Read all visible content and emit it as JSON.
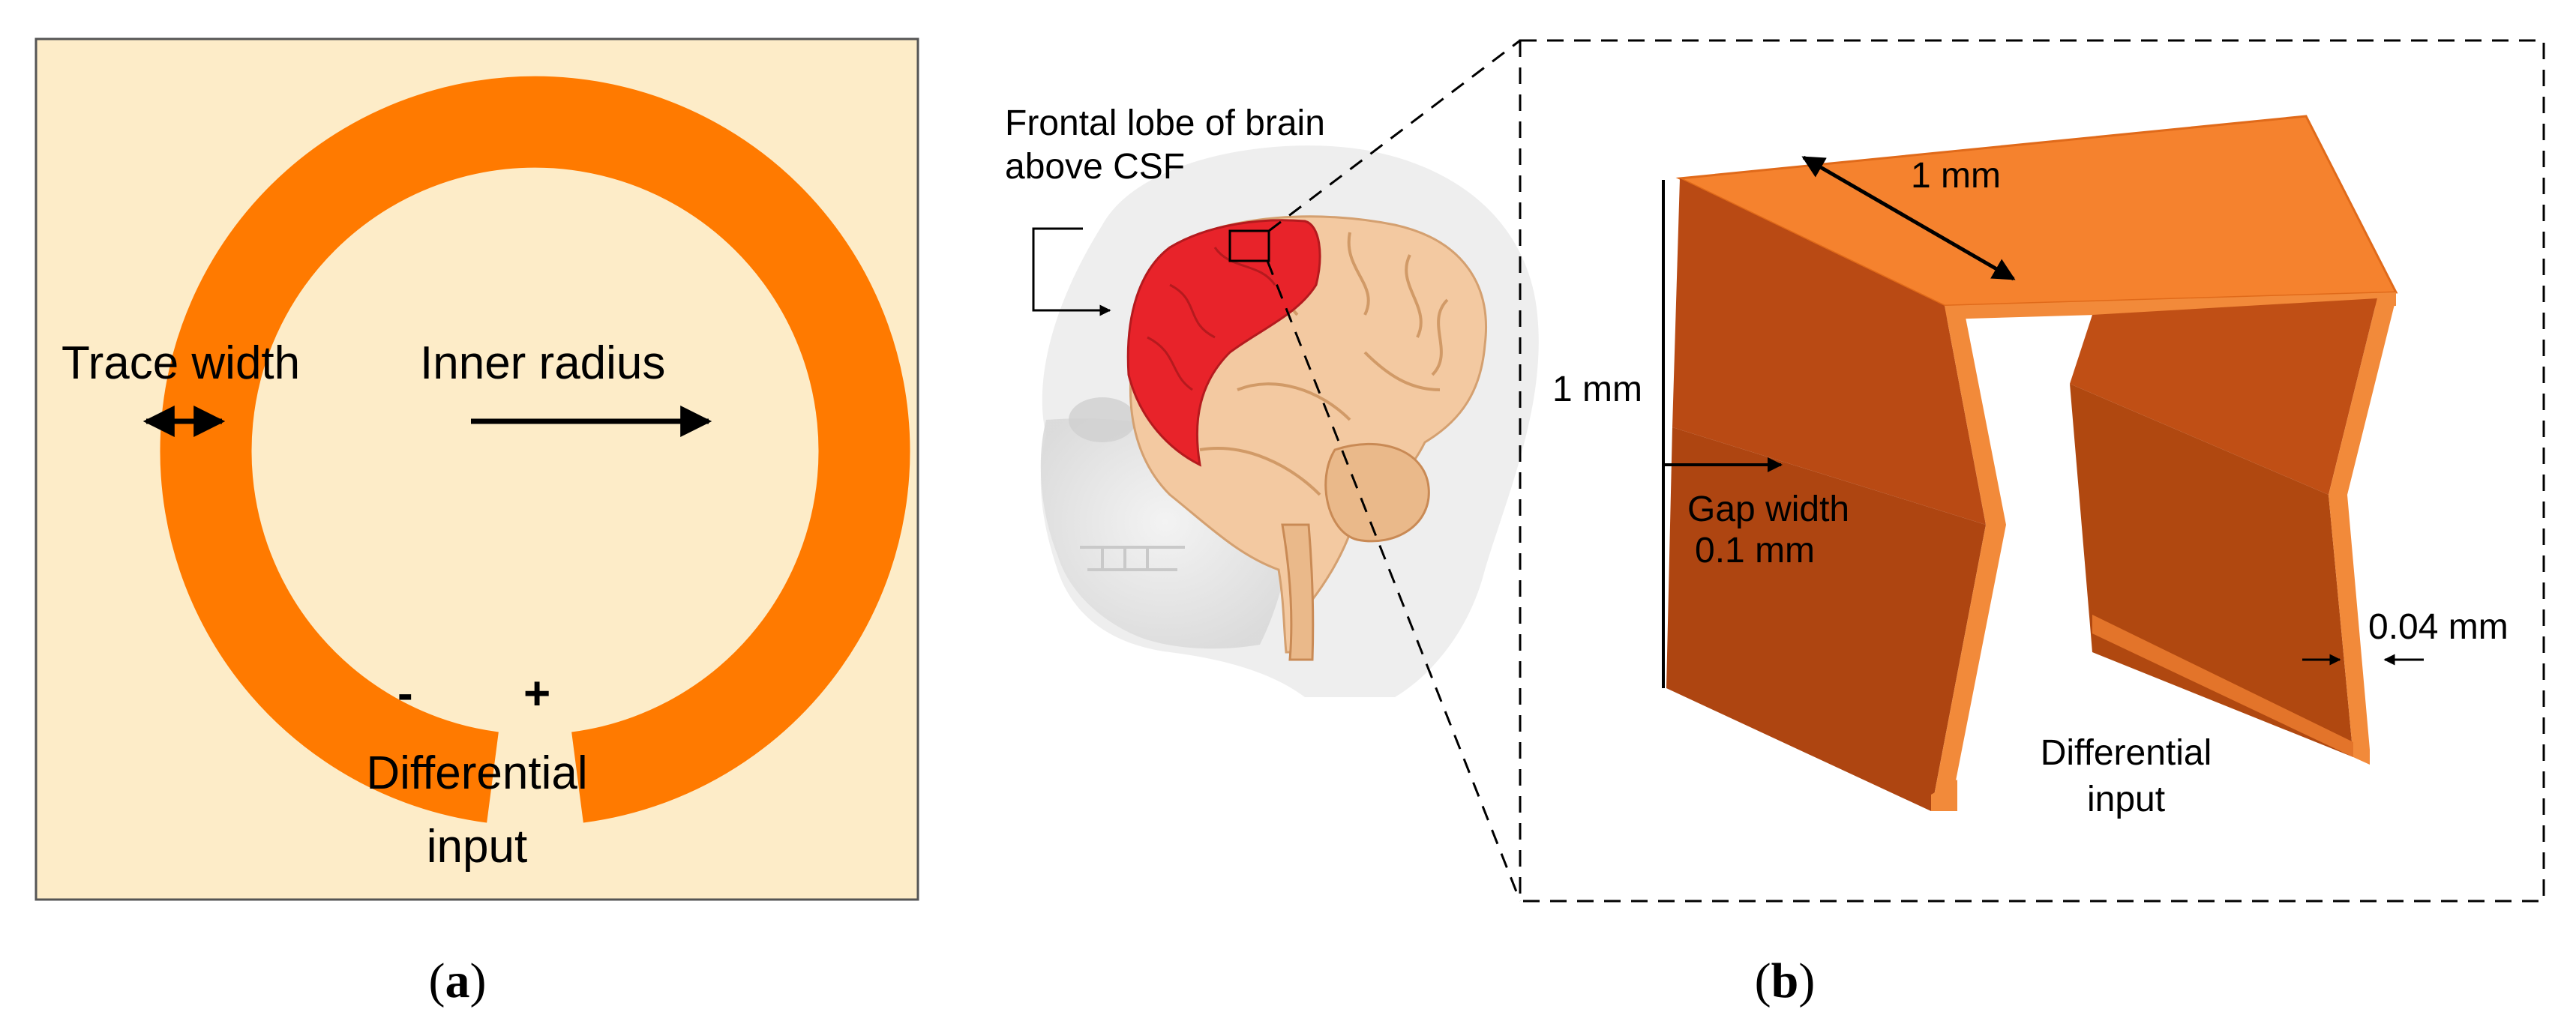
{
  "panel_a": {
    "caption": "(a)",
    "caption_letter": "a",
    "trace_width_label": "Trace width",
    "inner_radius_label": "Inner radius",
    "minus_sign": "-",
    "plus_sign": "+",
    "input_label_line1": "Differential",
    "input_label_line2": "input"
  },
  "brain": {
    "label_line1": "Frontal lobe of brain",
    "label_line2": "above CSF"
  },
  "panel_b": {
    "caption": "(b)",
    "caption_letter": "b",
    "top_length_label": "1 mm",
    "height_label": "1 mm",
    "gap_label_line1": "Gap width",
    "gap_label_line2": "0.1 mm",
    "thickness_label": "0.04 mm",
    "input_label_line1": "Differential",
    "input_label_line2": "input"
  },
  "colors": {
    "background_a": "#fdecc8",
    "ring": "#ff7a00",
    "lobe": "#e8232a",
    "brain": "#f3c9a1",
    "copper_top": "#f5822e",
    "copper_side": "#b94a14",
    "copper_edge": "#f28a3a"
  }
}
